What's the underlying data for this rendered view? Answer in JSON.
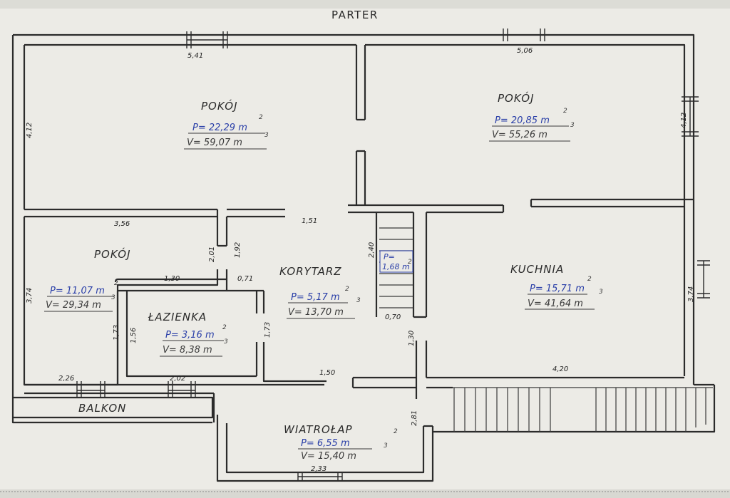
{
  "title": "PARTER",
  "rooms": {
    "pokoj_left": {
      "name": "POKÓJ",
      "area": "P= 22,29 m",
      "area_exp": "2",
      "volume": "V= 59,07 m",
      "volume_exp": "3"
    },
    "pokoj_right": {
      "name": "POKÓJ",
      "area": "P= 20,85 m",
      "area_exp": "2",
      "volume": "V= 55,26 m",
      "volume_exp": "3"
    },
    "pokoj_small": {
      "name": "POKÓJ",
      "area": "P= 11,07 m",
      "area_exp": "2",
      "volume": "V= 29,34 m",
      "volume_exp": "3"
    },
    "lazienka": {
      "name": "ŁAZIENKA",
      "area": "P= 3,16 m",
      "area_exp": "2",
      "volume": "V= 8,38 m",
      "volume_exp": "3"
    },
    "korytarz": {
      "name": "KORYTARZ",
      "area": "P= 5,17 m",
      "area_exp": "2",
      "volume": "V= 13,70 m",
      "volume_exp": "3"
    },
    "schody": {
      "area": "P=",
      "area2": "1,68 m",
      "area_exp": "2"
    },
    "kuchnia": {
      "name": "KUCHNIA",
      "area": "P= 15,71 m",
      "area_exp": "2",
      "volume": "V= 41,64 m",
      "volume_exp": "3"
    },
    "wiatrolap": {
      "name": "WIATROŁAP",
      "area": "P= 6,55 m",
      "area_exp": "2",
      "volume": "V= 15,40 m",
      "volume_exp": "3"
    },
    "balkon": {
      "name": "BALKON"
    }
  },
  "dimensions": {
    "d1": "5,41",
    "d2": "5,06",
    "d3": "4,12",
    "d4": "4,12",
    "d5": "3,56",
    "d6": "1,51",
    "d7": "2,01",
    "d8": "1,92",
    "d9": "2,40",
    "d10": "1,30",
    "d11": "0,71",
    "d12": "3,74",
    "d13": "1,73",
    "d14": "1,56",
    "d15": "1,73",
    "d16": "0,70",
    "d17": "3,74",
    "d18": "1,30",
    "d19": "2,26",
    "d20": "2,02",
    "d21": "1,50",
    "d22": "4,20",
    "d23": "2,81",
    "d24": "2,33"
  }
}
